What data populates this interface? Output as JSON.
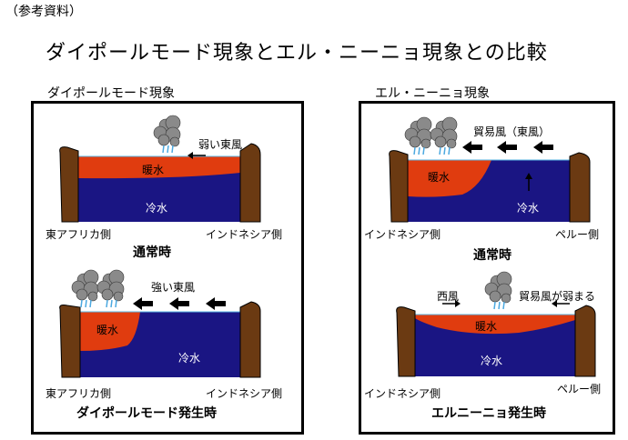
{
  "header": {
    "reference": "（参考資料）",
    "title": "ダイポールモード現象とエル・ニーニョ現象との比較"
  },
  "panels": {
    "dipole": {
      "title": "ダイポールモード現象",
      "normal": {
        "wind": "弱い東風",
        "warm": "暖水",
        "cold": "冷水",
        "left": "東アフリカ側",
        "right": "インドネシア側",
        "caption": "通常時"
      },
      "event": {
        "wind": "強い東風",
        "warm": "暖水",
        "cold": "冷水",
        "left": "東アフリカ側",
        "right": "インドネシア側",
        "caption": "ダイポールモード発生時"
      }
    },
    "elnino": {
      "title": "エル・ニーニョ現象",
      "normal": {
        "wind": "貿易風（東風）",
        "warm": "暖水",
        "cold": "冷水",
        "left": "インドネシア側",
        "right": "ペルー側",
        "caption": "通常時"
      },
      "event": {
        "west_wind": "西風",
        "wind": "貿易風が弱まる",
        "warm": "暖水",
        "cold": "冷水",
        "left": "インドネシア側",
        "right": "ペルー側",
        "caption": "エルニーニョ発生時"
      }
    }
  },
  "colors": {
    "warm_water": "#e03c0f",
    "cold_water": "#1a1583",
    "land": "#6b3a12",
    "cloud": "#8a8a8a"
  }
}
